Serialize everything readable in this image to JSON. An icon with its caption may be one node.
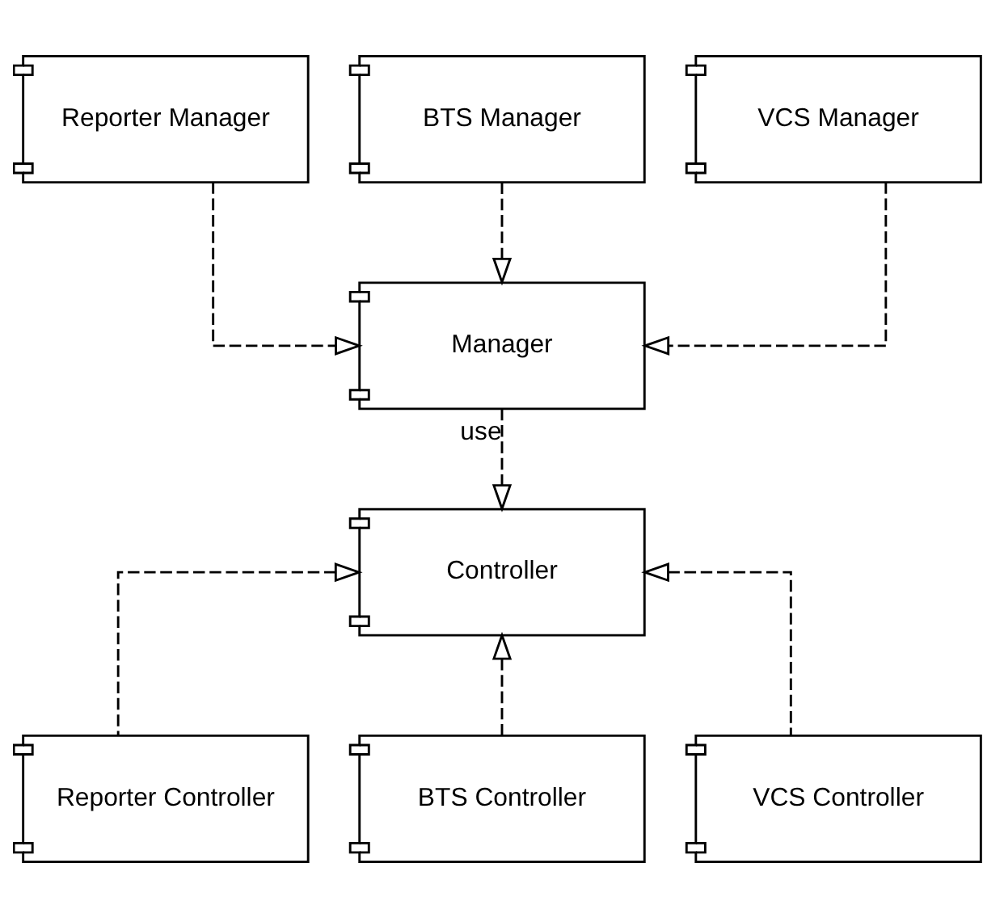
{
  "diagram": {
    "nodes": [
      {
        "text": [
          "Reporter Manager"
        ]
      },
      {
        "text": [
          "BTS Manager"
        ]
      },
      {
        "text": [
          "VCS Manager"
        ]
      },
      {
        "text": [
          "Manager"
        ]
      },
      {
        "text": [
          "Controller"
        ]
      },
      {
        "text": [
          "Reporter Controller"
        ]
      },
      {
        "text": [
          "BTS Controller"
        ]
      },
      {
        "text": [
          "VCS Controller"
        ]
      }
    ],
    "edges": [
      {
        "from": 0,
        "to": 3,
        "arrow": "to",
        "style": "dashed"
      },
      {
        "from": 1,
        "to": 3,
        "arrow": "to",
        "style": "dashed"
      },
      {
        "from": 2,
        "to": 3,
        "arrow": "to",
        "style": "dashed"
      },
      {
        "from": 3,
        "to": 4,
        "arrow": "to",
        "style": "dashed",
        "label": "use"
      },
      {
        "from": 5,
        "to": 4,
        "arrow": "to",
        "style": "dashed"
      },
      {
        "from": 6,
        "to": 4,
        "arrow": "to",
        "style": "dashed"
      },
      {
        "from": 7,
        "to": 4,
        "arrow": "to",
        "style": "dashed"
      }
    ]
  }
}
